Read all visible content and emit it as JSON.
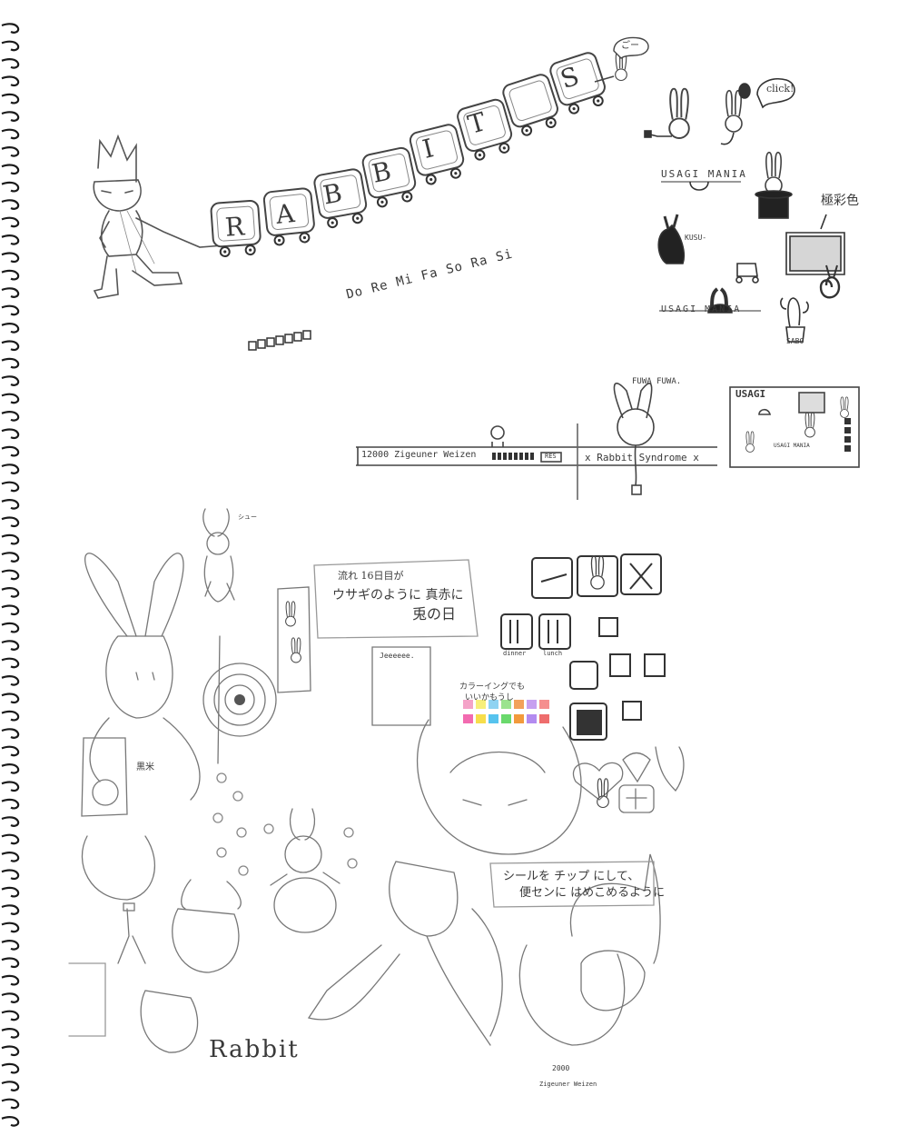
{
  "train": {
    "letters": [
      "R",
      "A",
      "B",
      "B",
      "I",
      "T",
      "S"
    ],
    "speech": "ごー"
  },
  "scale": {
    "notes": "Do Re Mi Fa So Ra Si"
  },
  "logo": {
    "click": "click!",
    "mania_top": "USAGI MANIA",
    "kusu": "KUSU-",
    "gokusai": "極彩色",
    "mania_bottom": "USAGI MANIA",
    "sabo": "SABO"
  },
  "bar": {
    "year_title": "12000 Zigeuner Weizen",
    "tag": "RES",
    "syndrome": "x Rabbit Syndrome x",
    "fuwafuwa": "FUWA FUWA.",
    "mini_logo": "USAGI",
    "mini_mania": "USAGI MANIA"
  },
  "notes": {
    "jp_line1": "流れ 16日目が",
    "jp_line2": "ウサギのように 真赤に",
    "jp_line3": "兎の日",
    "paper": "Jeeeeee.",
    "coloring1": "カラーイングでも",
    "coloring2": "いいかもうし",
    "dinner": "dinner",
    "lunch": "lunch",
    "kuro": "黒米",
    "chips": "シールを チップ にして、",
    "chips2": "便センに はめこめるように",
    "shitsuru": "シュー",
    "year": "2000",
    "signature": "Zigeuner Weizen",
    "title": "Rabbit"
  },
  "colors": {
    "palette_top": [
      "#f4a3c8",
      "#f7ef7a",
      "#8fd3f2",
      "#9be38f",
      "#f2a15b",
      "#c7a0f0",
      "#f58f8f"
    ],
    "palette_bottom": [
      "#f26bb0",
      "#f7de4b",
      "#56c3ee",
      "#6ad96c",
      "#f29a3c",
      "#b38bf0",
      "#ee6d6d"
    ]
  }
}
